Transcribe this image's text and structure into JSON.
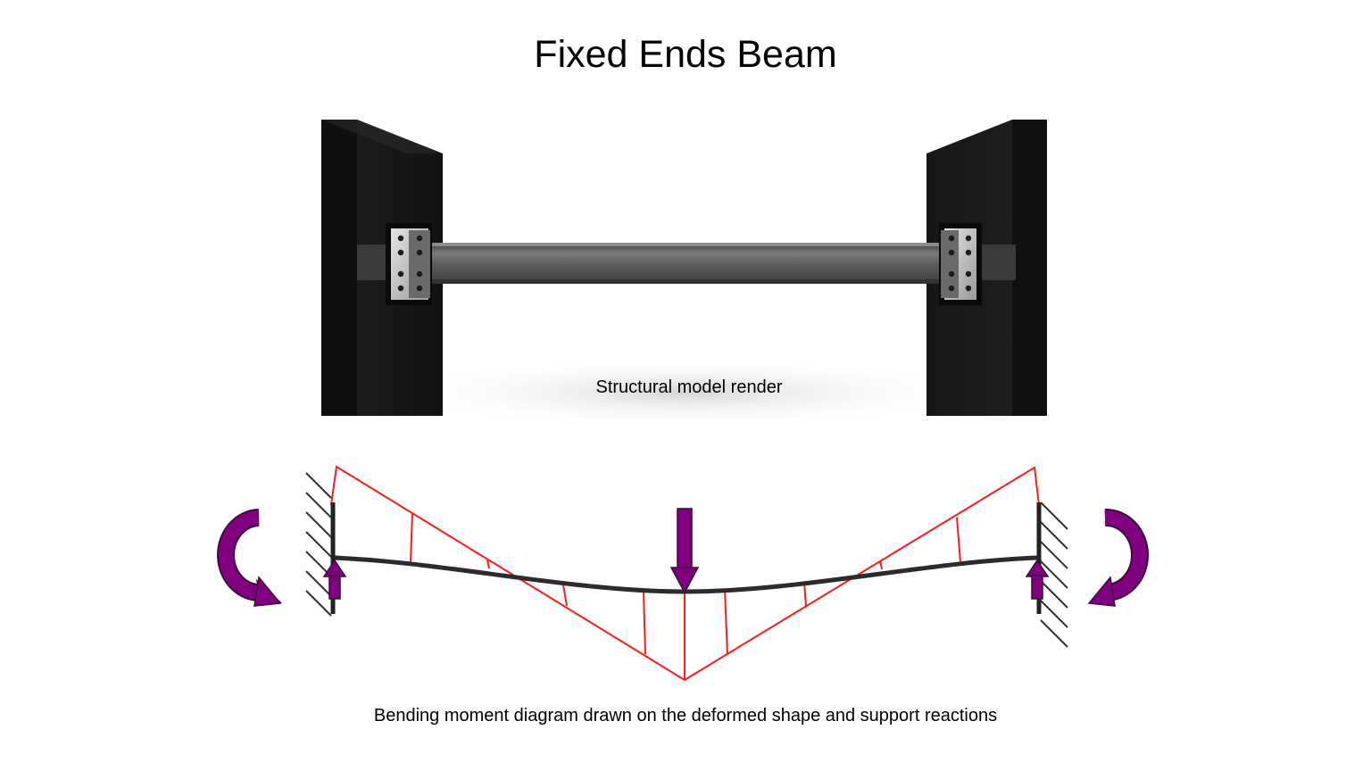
{
  "title": "Fixed Ends Beam",
  "render_caption": "Structural model render",
  "diagram_caption": "Bending moment diagram drawn on the deformed shape and support reactions",
  "colors": {
    "wall": "#151515",
    "wall_side": "#2a2a2a",
    "beam": "#5e5e5e",
    "moment_line": "#ff1a1a",
    "reaction_arrow": "#800080",
    "beam_line": "#2b2b2b"
  },
  "icons": {
    "load": "down-arrow-icon",
    "reaction": "up-arrow-icon",
    "moment": "curved-arrow-icon",
    "support": "fixed-support-hatch-icon"
  }
}
